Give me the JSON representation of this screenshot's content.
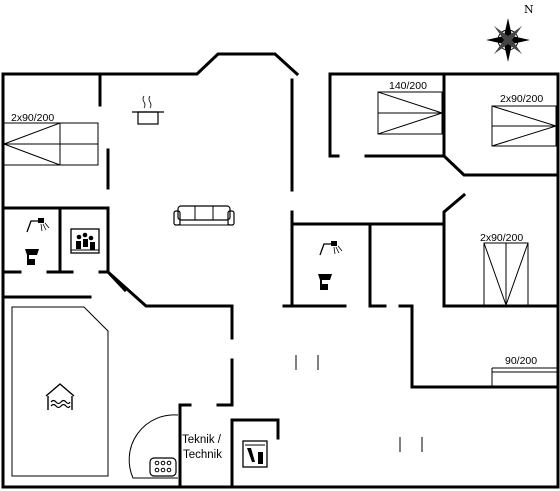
{
  "compass": {
    "north_label": "N",
    "icon": "compass-rose-icon"
  },
  "rooms": {
    "bedroom_nw": {
      "bed_label": "2x90/200"
    },
    "bedroom_ne_1": {
      "bed_label": "140/200"
    },
    "bedroom_ne_2": {
      "bed_label": "2x90/200"
    },
    "bedroom_e": {
      "bed_label": "2x90/200"
    },
    "bedroom_se": {
      "bed_label": "90/200"
    },
    "technik": {
      "label_line1": "Teknik /",
      "label_line2": "Technik"
    }
  },
  "icons": {
    "kitchen": "cooking-pot-icon",
    "living": "sofa-icon",
    "bath_1": "shower-toilet-icon",
    "sauna": "sauna-icon",
    "bath_2": "shower-toilet-icon",
    "pool": "swimming-pool-icon",
    "spa": "whirlpool-icon",
    "laundry": "washing-machine-icon"
  }
}
